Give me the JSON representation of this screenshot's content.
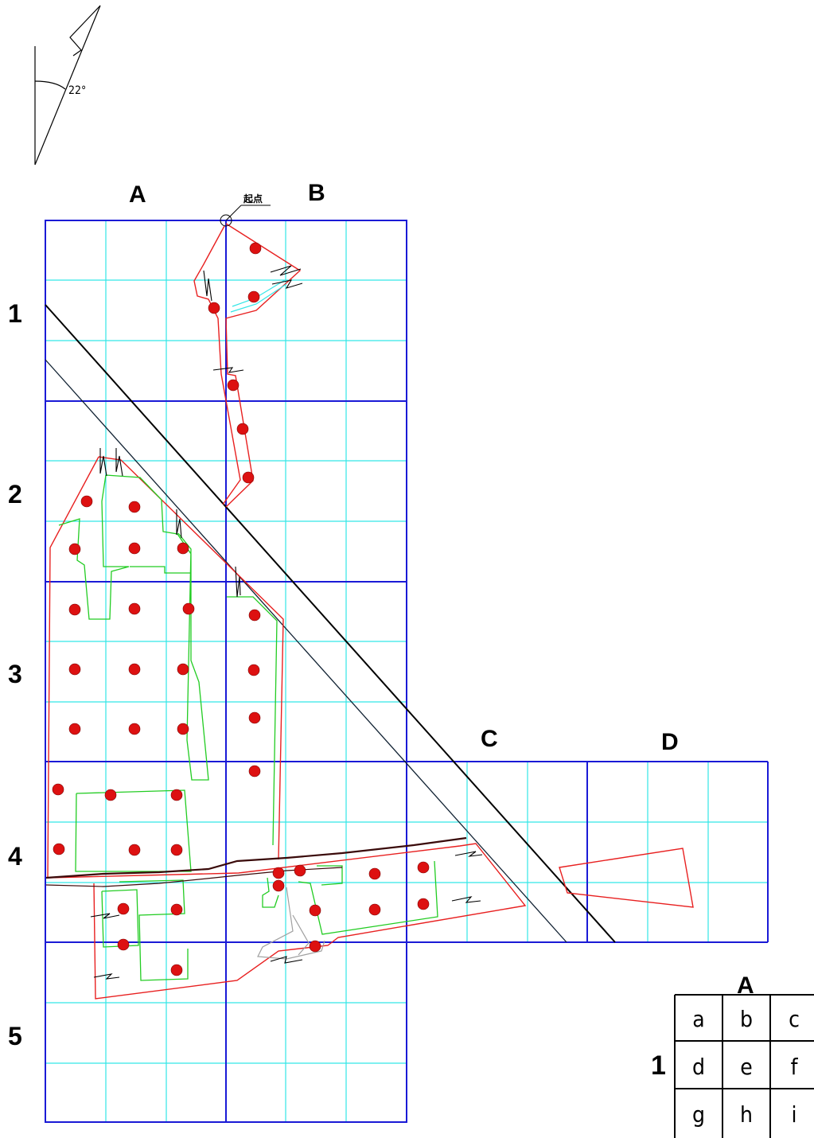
{
  "north_arrow": {
    "angle_label": "22°",
    "icon": "north-arrow-icon"
  },
  "start_point": {
    "label": "起点"
  },
  "grid": {
    "column_labels": [
      "A",
      "B",
      "C",
      "D"
    ],
    "row_labels": [
      "1",
      "2",
      "3",
      "4",
      "5"
    ]
  },
  "key": {
    "title": "A",
    "row_label": "1",
    "cells": [
      [
        "a",
        "b",
        "c"
      ],
      [
        "d",
        "e",
        "f"
      ],
      [
        "g",
        "h",
        "i"
      ]
    ]
  },
  "colors": {
    "major_grid": "#1a1ad6",
    "minor_grid": "#33e6e6",
    "boundary": "#e82020",
    "parcel": "#22cc22",
    "road": "#000000",
    "marker": "#dd1111"
  }
}
